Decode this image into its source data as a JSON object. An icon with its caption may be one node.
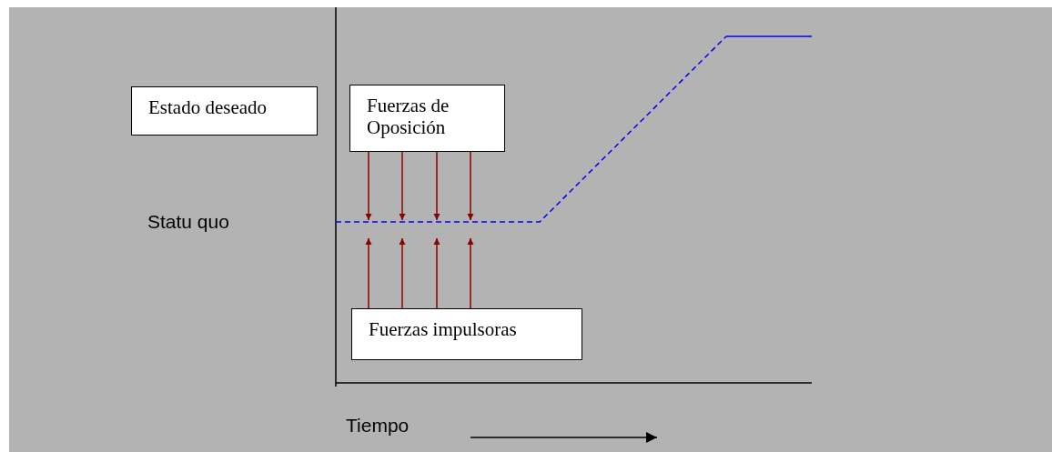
{
  "diagram": {
    "nodes": [
      {
        "text": [
          "Estado deseado"
        ]
      },
      {
        "text": [
          "Fuerzas de Oposición"
        ]
      },
      {
        "text": [
          "Fuerzas impulsoras"
        ]
      }
    ],
    "edges": [
      {
        "from": 1,
        "to": null,
        "arrow": "to"
      },
      {
        "from": 1,
        "to": null,
        "arrow": "to"
      },
      {
        "from": 1,
        "to": null,
        "arrow": "to"
      },
      {
        "from": 1,
        "to": null,
        "arrow": "to"
      },
      {
        "from": 2,
        "to": null,
        "arrow": "to"
      },
      {
        "from": 2,
        "to": null,
        "arrow": "to"
      },
      {
        "from": 2,
        "to": null,
        "arrow": "to"
      },
      {
        "from": 2,
        "to": null,
        "arrow": "to"
      }
    ],
    "labels": [
      "Statu quo",
      "Tiempo"
    ]
  }
}
